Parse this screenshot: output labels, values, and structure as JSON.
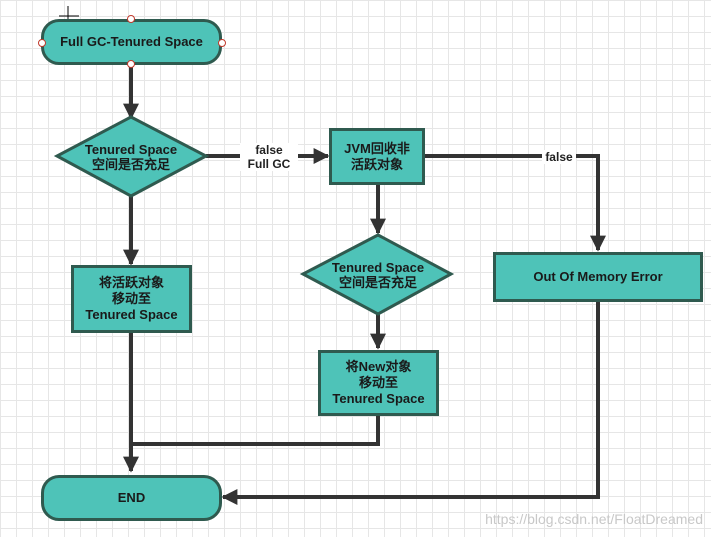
{
  "nodes": {
    "start": "Full GC-Tenured Space",
    "decision1": "Tenured Space\n空间是否充足",
    "move_survivors": "将活跃对象\n移动至\nTenured Space",
    "jvm_collect": "JVM回收非\n活跃对象",
    "decision2": "Tenured Space\n空间是否充足",
    "move_new": "将New对象\n移动至\nTenured Space",
    "oom": "Out Of Memory Error",
    "end": "END"
  },
  "edges": {
    "d1_false": "false\nFull GC",
    "jvm_false": "false"
  },
  "watermark": "https://blog.csdn.net/FloatDreamed",
  "colors": {
    "node_fill": "#4ec3b8",
    "node_border": "#2f5a4f",
    "connector": "#333333"
  }
}
